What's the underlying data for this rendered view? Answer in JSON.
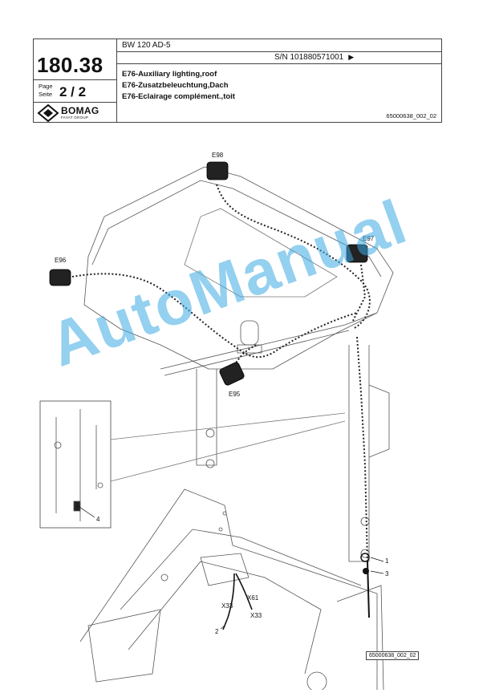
{
  "header": {
    "model": "BW 120 AD-5",
    "serial": "S/N 101880571001",
    "serial_arrow": "▶",
    "section_number": "180.38",
    "page_label_line1": "Page",
    "page_label_line2": "Seite",
    "page_value": "2 / 2",
    "title_en": "E76-Auxiliary lighting,roof",
    "title_de": "E76-Zusatzbeleuchtung,Dach",
    "title_fr": "E76-Eclairage complément.,toit",
    "doc_ref": "65000638_002_02",
    "logo_text": "BOMAG",
    "logo_sub": "FAYAT GROUP"
  },
  "drawing": {
    "labels": {
      "e98": "E98",
      "e97": "E97",
      "e96": "E96",
      "e95": "E95",
      "item1": "1",
      "item2": "2",
      "item3": "3",
      "item4": "4",
      "x61": "X61",
      "x33a": "X33",
      "x33b": "X33"
    },
    "figure_ref": "65000638_002_02"
  },
  "watermark": "AutoManual",
  "colors": {
    "watermark": "#3caae1",
    "line": "#333333"
  }
}
